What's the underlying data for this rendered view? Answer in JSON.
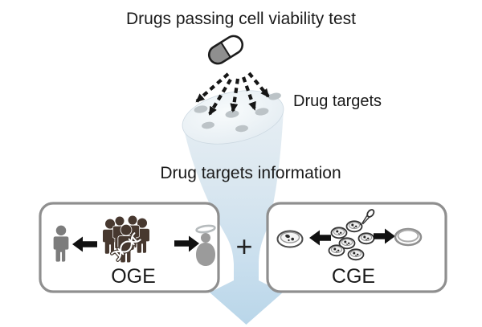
{
  "title": "Drugs passing cell viability test",
  "funnel": {
    "drug_targets_label": "Drug targets",
    "info_label": "Drug targets information",
    "plus": "+",
    "target_dot_count": 6
  },
  "oge_box": {
    "label": "OGE",
    "icons": [
      "person-icon",
      "arrow-left-icon",
      "people-group-dna-icon",
      "arrow-right-icon",
      "halo-person-icon"
    ]
  },
  "cge_box": {
    "label": "CGE",
    "icons": [
      "petri-dish-cells-icon",
      "arrow-left-icon",
      "petri-dish-cluster-pipette-icon",
      "arrow-right-icon",
      "empty-petri-dish-icon"
    ]
  },
  "colors": {
    "funnel_light": "#e9f0f5",
    "funnel_mid": "#d9e6ef",
    "funnel_deep": "#b9d6e9",
    "box_border": "#8f8f8f",
    "capsule_gray": "#8f8f8f",
    "single_person_gray": "#7c7c7c",
    "group_brown": "#47382f",
    "halo_person_gray": "#9b9b9b",
    "target_dot_gray": "#bcc3c7",
    "arrow_black": "#161616",
    "text": "#1a1a1a"
  }
}
